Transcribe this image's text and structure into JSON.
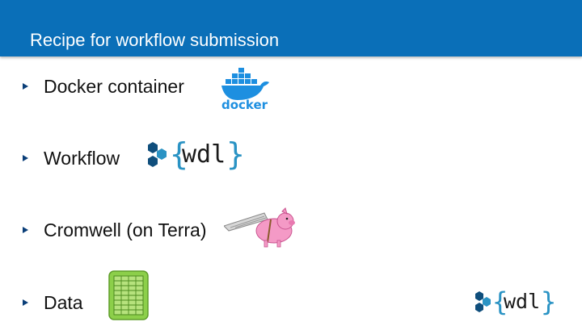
{
  "slide": {
    "title": "Recipe for workflow submission",
    "bullets": [
      {
        "label": "Docker container"
      },
      {
        "label": "Workflow"
      },
      {
        "label": "Cromwell (on Terra)"
      },
      {
        "label": "Data"
      }
    ]
  },
  "logos": {
    "docker": {
      "icon": "docker-whale-icon",
      "text": "docker",
      "color": "#1d8fe0"
    },
    "wdl": {
      "icon": "wdl-hex-icon",
      "text": "wdl",
      "brace_color": "#2a93c4"
    },
    "cromwell": {
      "icon": "flying-pig-icon"
    },
    "data": {
      "icon": "spreadsheet-icon",
      "color": "#7dc242"
    },
    "footer_wdl": {
      "icon": "wdl-hex-icon",
      "text": "wdl"
    }
  },
  "colors": {
    "header": "#0a6fb8",
    "bullet": "#0a3e78"
  }
}
